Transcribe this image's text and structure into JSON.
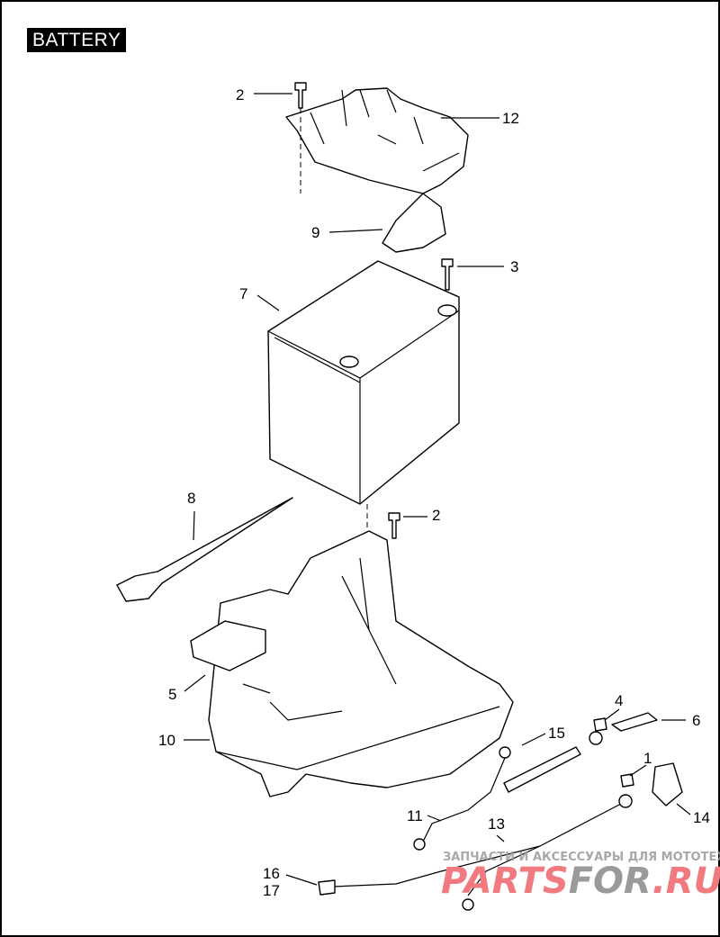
{
  "title": "BATTERY",
  "callouts": {
    "c2a": "2",
    "c12": "12",
    "c9": "9",
    "c3": "3",
    "c7": "7",
    "c8": "8",
    "c2b": "2",
    "c5": "5",
    "c4": "4",
    "c6": "6",
    "c10": "10",
    "c15": "15",
    "c1": "1",
    "c14": "14",
    "c11": "11",
    "c13": "13",
    "c16": "16",
    "c17": "17"
  },
  "watermark": {
    "tagline": "ЗАПЧАСТИ И АКСЕССУАРЫ ДЛЯ МОТОТЕХНИКИ",
    "brand_part1": "PARTS",
    "brand_part2": "FOR",
    "brand_part3": ".RU",
    "colors": {
      "red": "#f07a80",
      "gray": "#9a9a9a"
    }
  }
}
